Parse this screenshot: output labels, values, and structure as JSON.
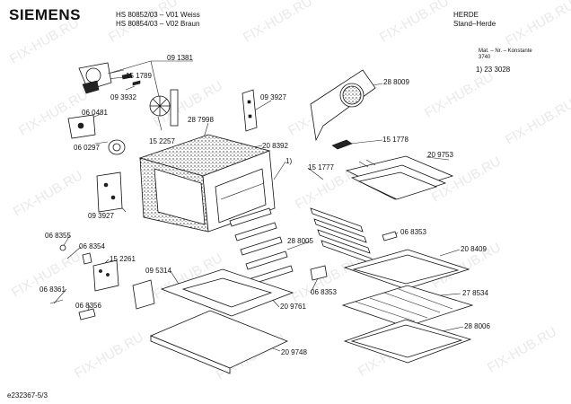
{
  "header": {
    "brand": "SIEMENS",
    "models": [
      "HS 80852/03 – V01 Weiss",
      "HS 80854/03 – V02 Braun"
    ],
    "category": [
      "HERDE",
      "Stand–Herde"
    ],
    "mat_note": "Mat. – Nr. – Konstante",
    "mat_value": "3740",
    "footnote_ref": "1) 23 3028"
  },
  "footer": {
    "doc_id": "e232367-5/3"
  },
  "watermark": "FIX-HUB.RU",
  "parts": [
    {
      "id": "p091381",
      "label": "09 1381"
    },
    {
      "id": "p151789",
      "label": "15 1789"
    },
    {
      "id": "p093932",
      "label": "09 3932"
    },
    {
      "id": "p060481",
      "label": "06 0481"
    },
    {
      "id": "p060297",
      "label": "06 0297"
    },
    {
      "id": "p152257",
      "label": "15 2257"
    },
    {
      "id": "p287998",
      "label": "28 7998"
    },
    {
      "id": "p093927a",
      "label": "09 3927"
    },
    {
      "id": "p208392",
      "label": "20 8392"
    },
    {
      "id": "p288009",
      "label": "28 8009"
    },
    {
      "id": "p151778",
      "label": "15 1778"
    },
    {
      "id": "p209753",
      "label": "20 9753"
    },
    {
      "id": "pnote1",
      "label": "1)"
    },
    {
      "id": "p151777",
      "label": "15 1777"
    },
    {
      "id": "p093927b",
      "label": "09 3927"
    },
    {
      "id": "p068355",
      "label": "06 8355"
    },
    {
      "id": "p068354",
      "label": "06 8354"
    },
    {
      "id": "p152261",
      "label": "15 2261"
    },
    {
      "id": "p288005",
      "label": "28 8005"
    },
    {
      "id": "p068353a",
      "label": "06 8353"
    },
    {
      "id": "p208409",
      "label": "20 8409"
    },
    {
      "id": "p095314",
      "label": "09 5314"
    },
    {
      "id": "p068361",
      "label": "06 8361"
    },
    {
      "id": "p068353b",
      "label": "06 8353"
    },
    {
      "id": "p278534",
      "label": "27 8534"
    },
    {
      "id": "p068356",
      "label": "06 8356"
    },
    {
      "id": "p209761",
      "label": "20 9761"
    },
    {
      "id": "p288006",
      "label": "28 8006"
    },
    {
      "id": "p209748",
      "label": "20 9748"
    }
  ]
}
